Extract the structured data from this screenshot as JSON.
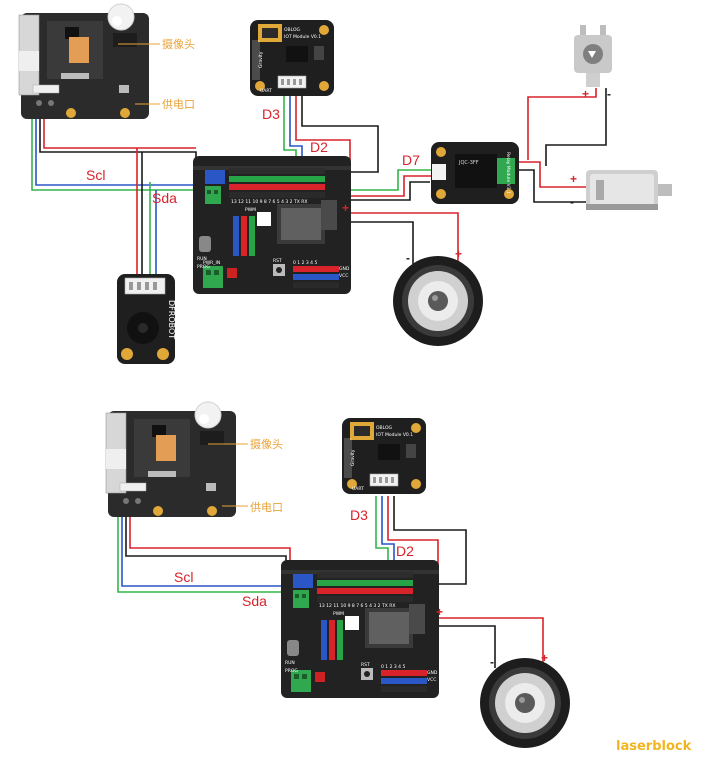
{
  "labels": {
    "camera": "摄像头",
    "power_port": "供电口",
    "d3": "D3",
    "d2": "D2",
    "d7": "D7",
    "scl": "Scl",
    "sda": "Sda",
    "plus": "+",
    "minus": "-"
  },
  "module_text": {
    "oblog": "OBLOG",
    "iot_module": "IOT Module V0.1",
    "gravity": "Gravity",
    "uart": "UART",
    "dfrobot": "DFROBOT",
    "relay_module": "Relay Module V3.1",
    "relay_model": "JQC-3FF",
    "pwm": "PWM",
    "rst": "RST",
    "run": "RUN",
    "prog": "PROG",
    "pwr_in": "PWR_IN",
    "gnd": "GND",
    "vcc": "VCC",
    "analog_pins": "0 1 2 3 4 5",
    "digital_pins": "13 12 11 10 9 8  7 6 5 4 3 2 TX RX"
  },
  "colors": {
    "wire_red": "#d8232a",
    "wire_black": "#1a1a1a",
    "wire_green": "#33b64a",
    "wire_blue": "#2a56c6",
    "label_orange": "#e8a33a",
    "brand_yellow": "#f2b51e"
  },
  "watermark": "laserblock"
}
